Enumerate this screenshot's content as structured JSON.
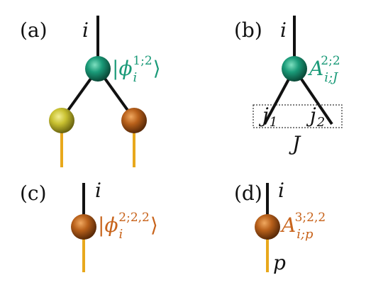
{
  "panels": {
    "a": {
      "label": "(a)",
      "leg_index": "i",
      "ket_open": "|",
      "ket_symbol": "ϕ",
      "ket_sub": "i",
      "ket_sup": "1;2",
      "ket_close": "⟩"
    },
    "b": {
      "label": "(b)",
      "leg_index": "i",
      "tensor_symbol": "A",
      "tensor_sub": "i;J",
      "tensor_sup": "2;2",
      "leg_j1": "j",
      "leg_j1_sub": "1",
      "leg_j2": "j",
      "leg_j2_sub": "2",
      "group_label": "J"
    },
    "c": {
      "label": "(c)",
      "leg_index": "i",
      "ket_open": "|",
      "ket_symbol": "ϕ",
      "ket_sub": "i",
      "ket_sup": "2;2,2",
      "ket_close": "⟩"
    },
    "d": {
      "label": "(d)",
      "leg_index": "i",
      "tensor_symbol": "A",
      "tensor_sub": "i;p",
      "tensor_sup": "3;2,2",
      "phys_index": "p"
    }
  },
  "colors": {
    "green": "#1a9a78",
    "orange": "#c8641c",
    "yellow": "#c8c030",
    "gold_leg": "#e8a81c",
    "black": "#111111"
  }
}
